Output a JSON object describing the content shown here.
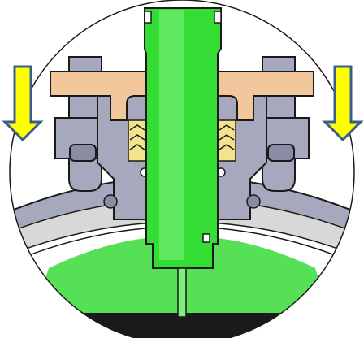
{
  "diagram": {
    "kind": "mechanical cross-section detail view",
    "colors": {
      "background": "#ffffff",
      "outline": "#1a1a1a",
      "steel_gray": "#a6a8bd",
      "steel_gray_dark": "#8a8ca3",
      "flange_orange": "#f2c79c",
      "stem_green": "#33dd33",
      "stem_green_light": "#7ff07f",
      "vessel_green": "#55e055",
      "seal_yellow": "#f3e38f",
      "ring_inner": "#d8d8d8",
      "arrow_fill": "#ffff00",
      "arrow_edge": "#3a5f8f"
    },
    "arrows": [
      {
        "name": "left-down-arrow",
        "direction": "down",
        "icon": "arrow-down-icon"
      },
      {
        "name": "right-down-arrow",
        "direction": "down",
        "icon": "arrow-down-icon"
      }
    ]
  }
}
